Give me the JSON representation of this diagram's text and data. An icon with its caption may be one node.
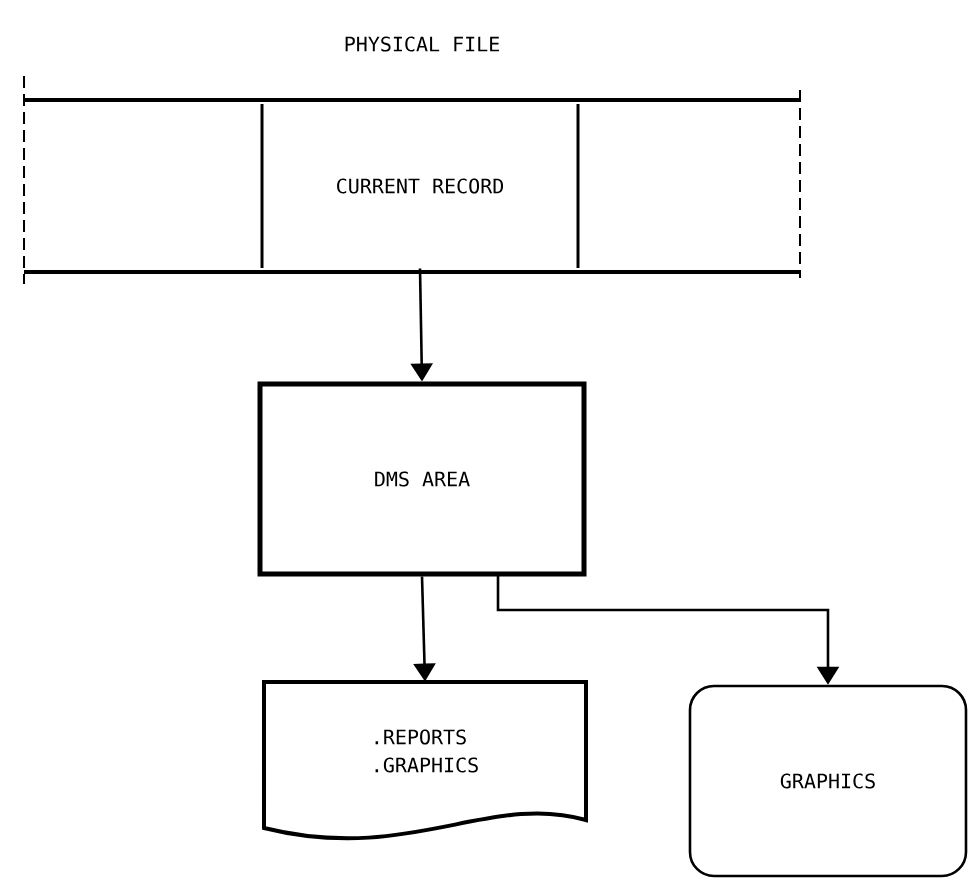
{
  "diagram": {
    "nodes": [
      {
        "text": [
          "PHYSICAL FILE"
        ]
      },
      {
        "text": [
          "CURRENT RECORD"
        ],
        "in": 0
      },
      {
        "text": [
          "DMS AREA"
        ]
      },
      {
        "text": [
          ".REPORTS",
          ".GRAPHICS"
        ]
      },
      {
        "text": [
          "GRAPHICS"
        ]
      }
    ],
    "edges": [
      {
        "from": 1,
        "to": 2,
        "arrow": "to"
      },
      {
        "from": 2,
        "to": 3,
        "arrow": "to"
      },
      {
        "from": 2,
        "to": 4,
        "arrow": "to"
      }
    ]
  }
}
